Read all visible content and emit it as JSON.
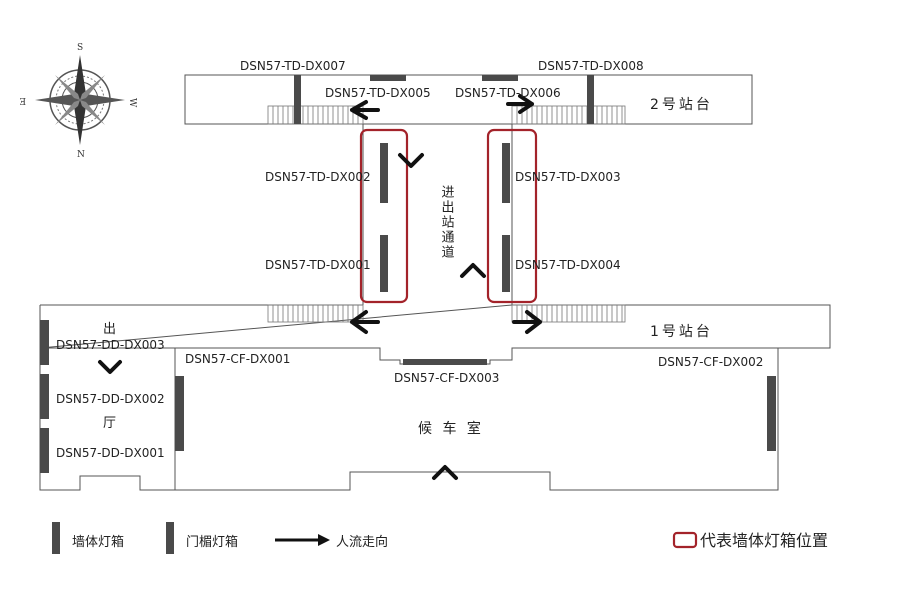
{
  "compass": {
    "north": "N",
    "south": "S",
    "east": "E",
    "west": "W"
  },
  "platforms": {
    "p2": "2号站台",
    "p1": "1号站台"
  },
  "passage": {
    "label": "进出站通道"
  },
  "halls": {
    "waiting": "候  车  室",
    "exit_top": "出",
    "exit_bottom": "厅"
  },
  "boxes": {
    "td007": "DSN57-TD-DX007",
    "td008": "DSN57-TD-DX008",
    "td005": "DSN57-TD-DX005",
    "td006": "DSN57-TD-DX006",
    "td002": "DSN57-TD-DX002",
    "td003": "DSN57-TD-DX003",
    "td001": "DSN57-TD-DX001",
    "td004": "DSN57-TD-DX004",
    "dd003": "DSN57-DD-DX003",
    "dd002": "DSN57-DD-DX002",
    "dd001": "DSN57-DD-DX001",
    "cf001": "DSN57-CF-DX001",
    "cf003": "DSN57-CF-DX003",
    "cf002": "DSN57-CF-DX002"
  },
  "legend": {
    "wall_lightbox": "墙体灯箱",
    "door_lightbox": "门楣灯箱",
    "flow": "人流走向",
    "highlight": "代表墙体灯箱位置"
  },
  "colors": {
    "highlight": "#a3232a",
    "lightbox": "#4a4a4a"
  }
}
